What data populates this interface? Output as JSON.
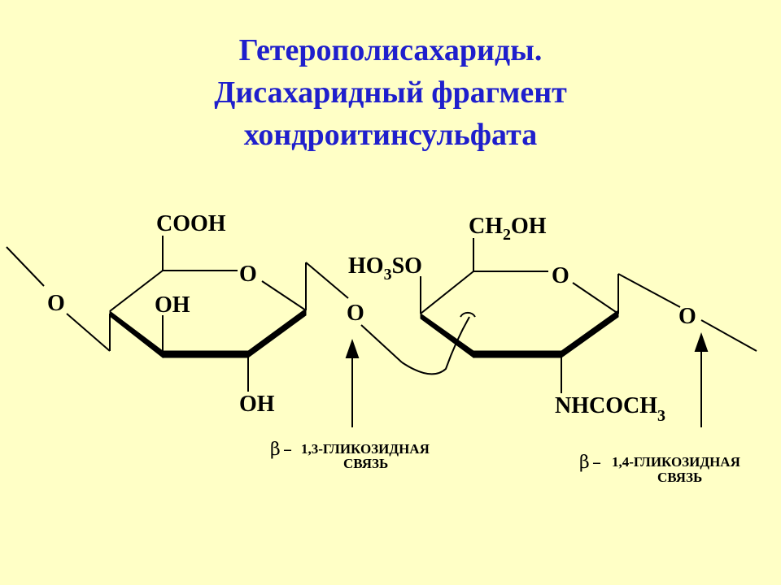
{
  "title": {
    "line1": "Гетерополисахариды.",
    "line2": "Дисахаридный фрагмент",
    "line3": "хондроитинсульфата"
  },
  "molecule": {
    "ring1": {
      "top_group": "COOH",
      "ring_oxygen": "O",
      "hydroxyl_upper": "OH",
      "hydroxyl_lower": "OH",
      "left_linkage_oxygen": "O"
    },
    "glycosidic_oxygen_1_3": "O",
    "ring2": {
      "top_group_main": "CH",
      "top_group_sub": "2",
      "top_group_tail": "OH",
      "sulfate_main": "HO",
      "sulfate_sub": "3",
      "sulfate_tail": "SO",
      "ring_oxygen": "O",
      "amide_main": "NHCOCH",
      "amide_sub": "3",
      "right_linkage_oxygen": "O"
    }
  },
  "annotations": {
    "bond_1_3": {
      "beta": "β",
      "dash": "–",
      "line1": "1,3-ГЛИКОЗИДНАЯ",
      "line2": "СВЯЗЬ"
    },
    "bond_1_4": {
      "beta": "β",
      "dash": "–",
      "line1": "1,4-ГЛИКОЗИДНАЯ",
      "line2": "СВЯЗЬ"
    }
  },
  "colors": {
    "background": "#FFFFC6",
    "title": "#1F1FCC",
    "structure": "#000000"
  }
}
